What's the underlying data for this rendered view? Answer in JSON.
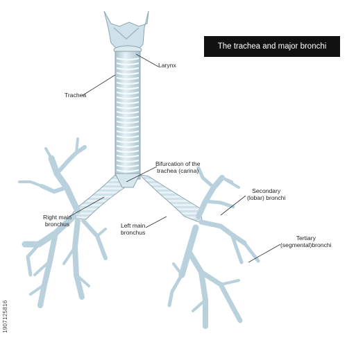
{
  "title": "The trachea and major bronchi",
  "labels": {
    "larynx": "Larynx",
    "trachea": "Trachea",
    "carina_1": "Bifurcation of the",
    "carina_2": "trachea (carina)",
    "secondary_1": "Secondary",
    "secondary_2": "(lobar) bronchi",
    "right_main_1": "Right main",
    "right_main_2": "bronchus",
    "left_main_1": "Left main",
    "left_main_2": "bronchus",
    "tertiary_1": "Tertiary",
    "tertiary_2": "(segmental)bronchi"
  },
  "stock_id": "1907125816",
  "colors": {
    "tube_fill": "#c9dde6",
    "tube_ring": "#e9f2f6",
    "tube_edge": "#8aa4b0",
    "cartilage": "#b4cfdc",
    "leader": "#333333",
    "title_bg": "#111111"
  }
}
